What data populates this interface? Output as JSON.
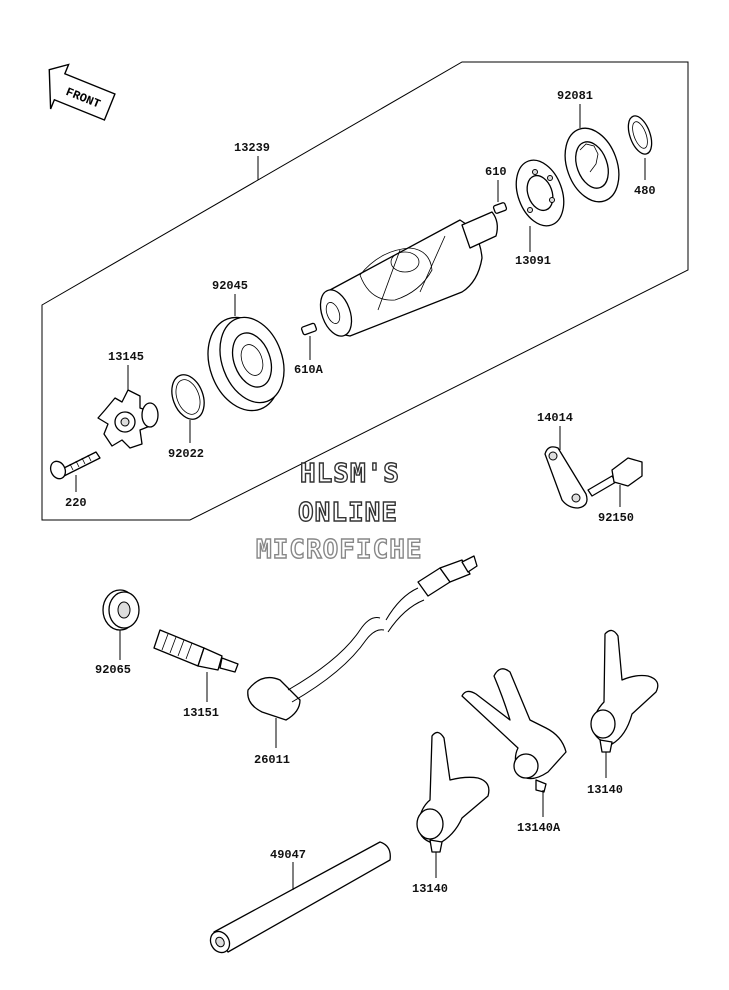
{
  "front_arrow_text": "FRONT",
  "watermark": {
    "line1": "HLSM'S",
    "line2": "ONLINE",
    "line3": "MICROFICHE"
  },
  "part_labels": {
    "p13239": "13239",
    "p92081": "92081",
    "p610": "610",
    "p480": "480",
    "p13091": "13091",
    "p92045": "92045",
    "p13145": "13145",
    "p610A": "610A",
    "p92022": "92022",
    "p220": "220",
    "p14014": "14014",
    "p92150": "92150",
    "p92065": "92065",
    "p13151": "13151",
    "p26011": "26011",
    "p13140_right": "13140",
    "p13140A": "13140A",
    "p13140_bottom": "13140",
    "p49047": "49047"
  }
}
